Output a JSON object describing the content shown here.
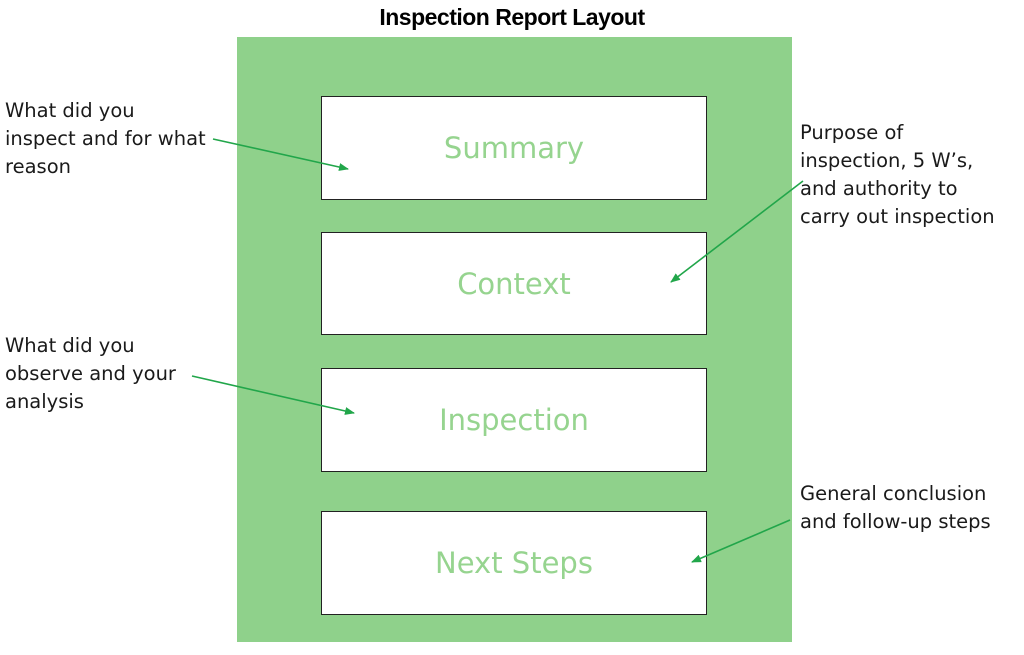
{
  "title": "Inspection Report Layout",
  "colors": {
    "panel": "#8fd18b",
    "section_text": "#96d48f",
    "arrow": "#21a64a"
  },
  "sections": [
    {
      "label": "Summary"
    },
    {
      "label": "Context"
    },
    {
      "label": "Inspection"
    },
    {
      "label": "Next Steps"
    }
  ],
  "annotations": {
    "summary": "What did you\ninspect and for what\nreason",
    "context": "Purpose of\ninspection, 5 W’s,\nand authority to\ncarry out inspection",
    "inspection": "What did you\nobserve and your\nanalysis",
    "next_steps": "General conclusion\nand follow-up steps"
  }
}
